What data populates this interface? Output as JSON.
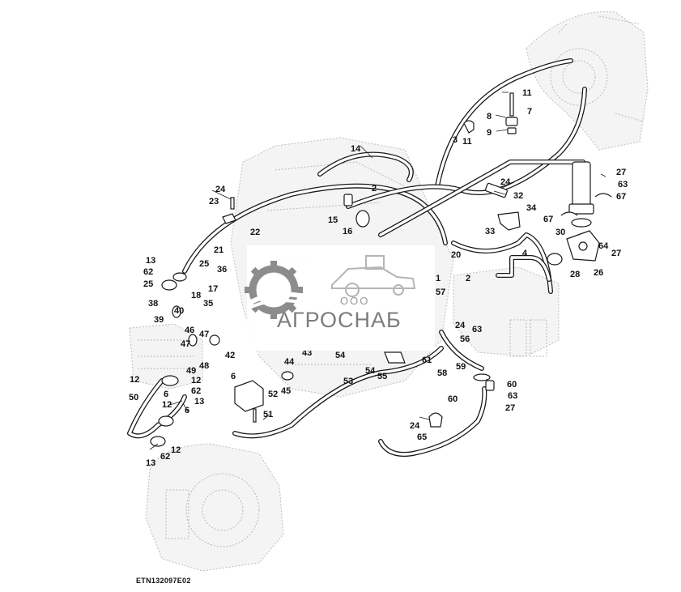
{
  "figure_code": "ETN132097E02",
  "watermark": {
    "org_prefix": "ООО",
    "name": "АГРОСНАБ"
  },
  "callouts": [
    "14",
    "11",
    "7",
    "8",
    "9",
    "3",
    "11",
    "2",
    "24",
    "23",
    "15",
    "16",
    "22",
    "21",
    "25",
    "18",
    "17",
    "13",
    "62",
    "25",
    "38",
    "40",
    "35",
    "39",
    "46",
    "47",
    "47",
    "42",
    "49",
    "48",
    "12",
    "62",
    "12",
    "50",
    "12",
    "6",
    "13",
    "6",
    "13",
    "62",
    "12",
    "6",
    "52",
    "51",
    "44",
    "45",
    "43",
    "54",
    "53",
    "54",
    "55",
    "61",
    "58",
    "59",
    "60",
    "60",
    "63",
    "27",
    "24",
    "65",
    "24",
    "32",
    "34",
    "33",
    "67",
    "30",
    "27",
    "63",
    "67",
    "64",
    "27",
    "28",
    "26",
    "4",
    "2",
    "1",
    "57",
    "20",
    "36",
    "24",
    "56",
    "63"
  ],
  "colors": {
    "line": "#1a1a1a",
    "ghost_line": "#b8b8b8",
    "watermark": "#7d7d7d"
  }
}
